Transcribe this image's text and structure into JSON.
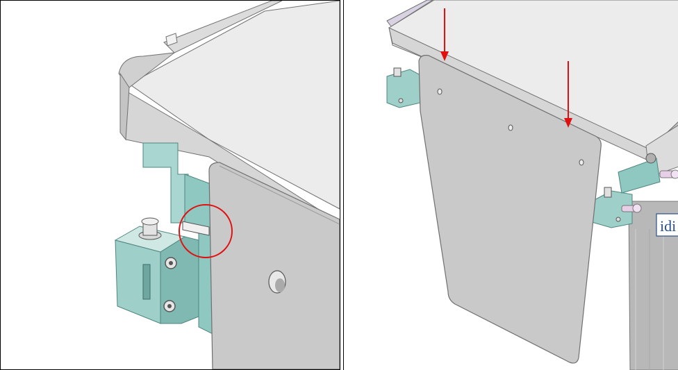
{
  "figure": {
    "panels": [
      {
        "id": "left",
        "view": "close-up"
      },
      {
        "id": "right",
        "view": "overview"
      }
    ],
    "colors": {
      "background": "#ffffff",
      "frame": "#000000",
      "tray_top": "#ececec",
      "tray_edge": "#d6d6d6",
      "plate": "#c9c9c9",
      "plate_edge": "#8a8a8a",
      "bracket": "#8fc7c1",
      "bracket_dark": "#5f9e97",
      "highlight_circle": "#e01010",
      "arrow": "#e01010",
      "brand_panel": "#b8b8b8",
      "brand_text": "#2a4f8a"
    },
    "label_text": "idi"
  }
}
